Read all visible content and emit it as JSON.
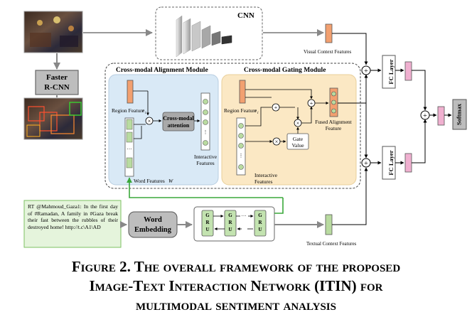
{
  "labels": {
    "cnn": "CNN",
    "faster_rcnn_1": "Faster",
    "faster_rcnn_2": "R-CNN",
    "visual_context": "Visual Context Features",
    "textual_context": "Textual Context Features",
    "alignment_module": "Cross-modal Alignment Module",
    "gating_module": "Cross-modal Gating Module",
    "region_feature": "Region Feature",
    "region_feature_var": "r",
    "region_feature_sub": "i",
    "cross_modal_attention_1": "Cross-modal",
    "cross_modal_attention_2": "attention",
    "interactive_features_1": "Interactive",
    "interactive_features_2": "Features",
    "word_features": "Word Features",
    "word_features_var": "W",
    "gate_value_1": "Gate",
    "gate_value_2": "Value",
    "fused_alignment_1": "Fused Alignment",
    "fused_alignment_2": "Feature",
    "fc_layer": "FC Layer",
    "softmax": "Softmax",
    "word_embedding_1": "Word",
    "word_embedding_2": "Embedding",
    "gru_1": "G R U",
    "dots": "···"
  },
  "tweet": "RT @Mahmoud_Gaza1: In the first day of #Ramadan, A family in #Gaza break their fast between the rubbles of their destroyed home! http://t.c\\A1\\AD",
  "caption": {
    "line1": "Figure 2. The overall framework of the proposed",
    "line2": "Image-Text Interaction Network (ITIN) for",
    "line3": "multimodal sentiment analysis"
  }
}
